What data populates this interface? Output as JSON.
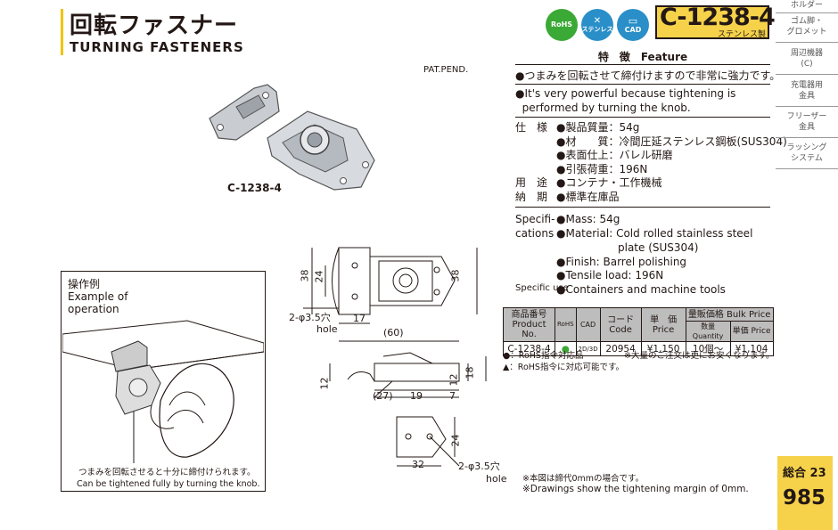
{
  "header": {
    "title_jp": "回転ファスナー",
    "title_en": "TURNING  FASTENERS",
    "badges": [
      {
        "label": "RoHS",
        "color": "#3aa935"
      },
      {
        "label": "ステンレス",
        "color": "#2a8fc8"
      },
      {
        "label": "CAD",
        "color": "#2a8fc8"
      }
    ],
    "product_code": "C-1238-4",
    "material_tag": "ステンレス製",
    "pat": "PAT.PEND."
  },
  "photo": {
    "label": "C-1238-4"
  },
  "operation": {
    "title_jp": "操作例",
    "title_en_1": "Example of",
    "title_en_2": "operation",
    "caption_jp": "つまみを回転させると十分に締付けられます。",
    "caption_en": "Can be tightened fully by turning the knob."
  },
  "feature": {
    "heading": "特　徴　Feature",
    "jp": "●つまみを回転させて締付けますので非常に強力です。",
    "en_1": "●It's very powerful because tightening is",
    "en_2": "  performed by turning the knob."
  },
  "spec_jp": {
    "label_1": "仕　様",
    "label_2": "用　途",
    "label_3": "納　期",
    "items": [
      "●製品質量：54g",
      "●材　　質：冷間圧延ステンレス鋼板(SUS304)",
      "●表面仕上：バレル研磨",
      "●引張荷重：196N"
    ],
    "use": "●コンテナ・工作機械",
    "delivery": "●標準在庫品"
  },
  "spec_en": {
    "label_1": "Specifi-",
    "label_2": "cations",
    "label_3": "Specific use",
    "mass": "●Mass: 54g",
    "material_1": "●Material: Cold rolled stainless steel",
    "material_2": "plate (SUS304)",
    "finish": "●Finish: Barrel polishing",
    "tensile": "●Tensile load: 196N",
    "use": "●Containers and machine tools"
  },
  "table": {
    "h_product_jp": "商品番号",
    "h_product_en": "Product No.",
    "h_rohs": "RoHS",
    "h_cad": "CAD",
    "h_code_jp": "コード",
    "h_code_en": "Code",
    "h_price_jp": "単　価",
    "h_price_en": "Price",
    "h_bulk": "量販価格 Bulk Price",
    "h_qty": "数量 Quantity",
    "h_unit": "単価 Price",
    "row": {
      "product": "C-1238-4",
      "rohs": "●",
      "cad": "2D/3D",
      "code": "20954",
      "price": "¥1,150",
      "qty": "10個～",
      "unit": "¥1,104"
    }
  },
  "legend": {
    "rohs_ok": "●：RoHS指令対応品",
    "rohs_can": "▲：RoHS指令に対応可能です。",
    "bulk_note": "※大量のご注文は更にお安くなります。"
  },
  "notes": {
    "jp": "※本図は締代0mmの場合です。",
    "en": "※Drawings show the tightening margin of 0mm."
  },
  "dims": {
    "h38_left": "38",
    "h24": "24",
    "h38_right": "38",
    "hole1": "2-φ3.5穴",
    "hole1_en": "hole",
    "w17": "17",
    "w60": "(60)",
    "h12_left": "12",
    "h12_right": "12",
    "h18": "18",
    "w27": "(27)",
    "w19": "19",
    "w7": "7",
    "h24b": "24",
    "w32": "32",
    "hole2": "2-φ3.5穴",
    "hole2_en": "hole"
  },
  "sidebar": {
    "items": [
      "ホルダー",
      "ゴム脚・\nグロメット",
      "周辺機器\n(C)",
      "充電器用\n金具",
      "フリーザー\n金具",
      "ラッシング\nシステム"
    ],
    "page_label": "総合",
    "page_section": "23",
    "page_number": "985"
  }
}
